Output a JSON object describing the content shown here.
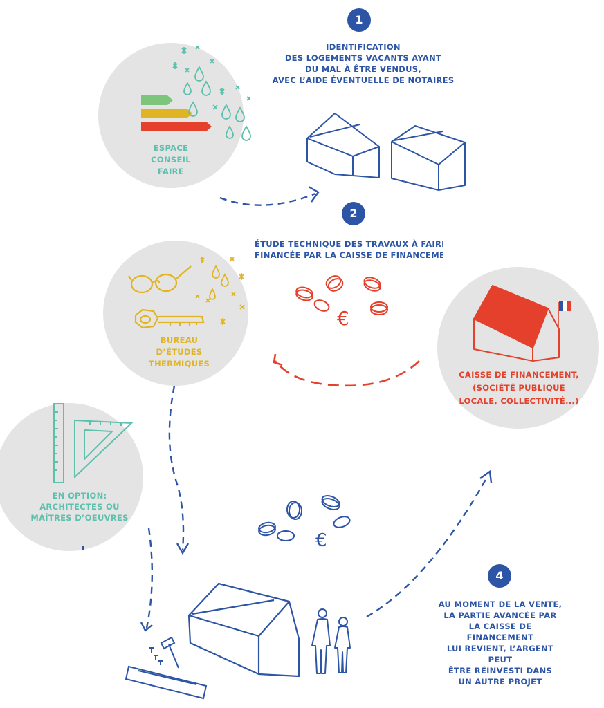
{
  "colors": {
    "blue": "#2d55a6",
    "red": "#e4402b",
    "gold": "#e0b422",
    "teal": "#5cc0ad",
    "circle_bg": "#e4e4e4",
    "energy_green": "#7cc57a",
    "energy_yellow": "#e0b422",
    "energy_red": "#e4402b"
  },
  "steps": [
    {
      "number": "1",
      "text": "Identification\ndes logements vacants ayant\ndu mal à être vendus,\navec l’aide éventuelle de notaires"
    },
    {
      "number": "2",
      "text": "Étude technique des travaux à faire,\nfinancée par la caisse de financement"
    },
    {
      "number": "4",
      "text": "Au moment de la vente,\nla partie avancée par\nla caisse de financement\nlui revient, l’argent peut\nêtre réinvesti dans\nun autre projet"
    }
  ],
  "actors": {
    "espace_conseil": {
      "label": "Espace\nconseil\nFAIRE",
      "icons": [
        "energy-label-icon",
        "droplets-icon"
      ]
    },
    "bureau_etudes": {
      "label": "Bureau\nd’études\nthermiques",
      "icons": [
        "glasses-icon",
        "key-icon"
      ]
    },
    "caisse": {
      "label": "Caisse de financement,\n(société publique\nlocale, collectivité...)",
      "icons": [
        "house-red-roof-icon",
        "french-flag-icon"
      ]
    },
    "architectes": {
      "label": "En option:\narchitectes ou\nmaîtres d’oeuvres",
      "icons": [
        "ruler-icon",
        "set-square-icon"
      ]
    }
  },
  "illustrations": [
    "two-houses-icon",
    "coins-euro-icon",
    "house-icon",
    "people-icon",
    "hammer-icon",
    "plank-icon"
  ]
}
